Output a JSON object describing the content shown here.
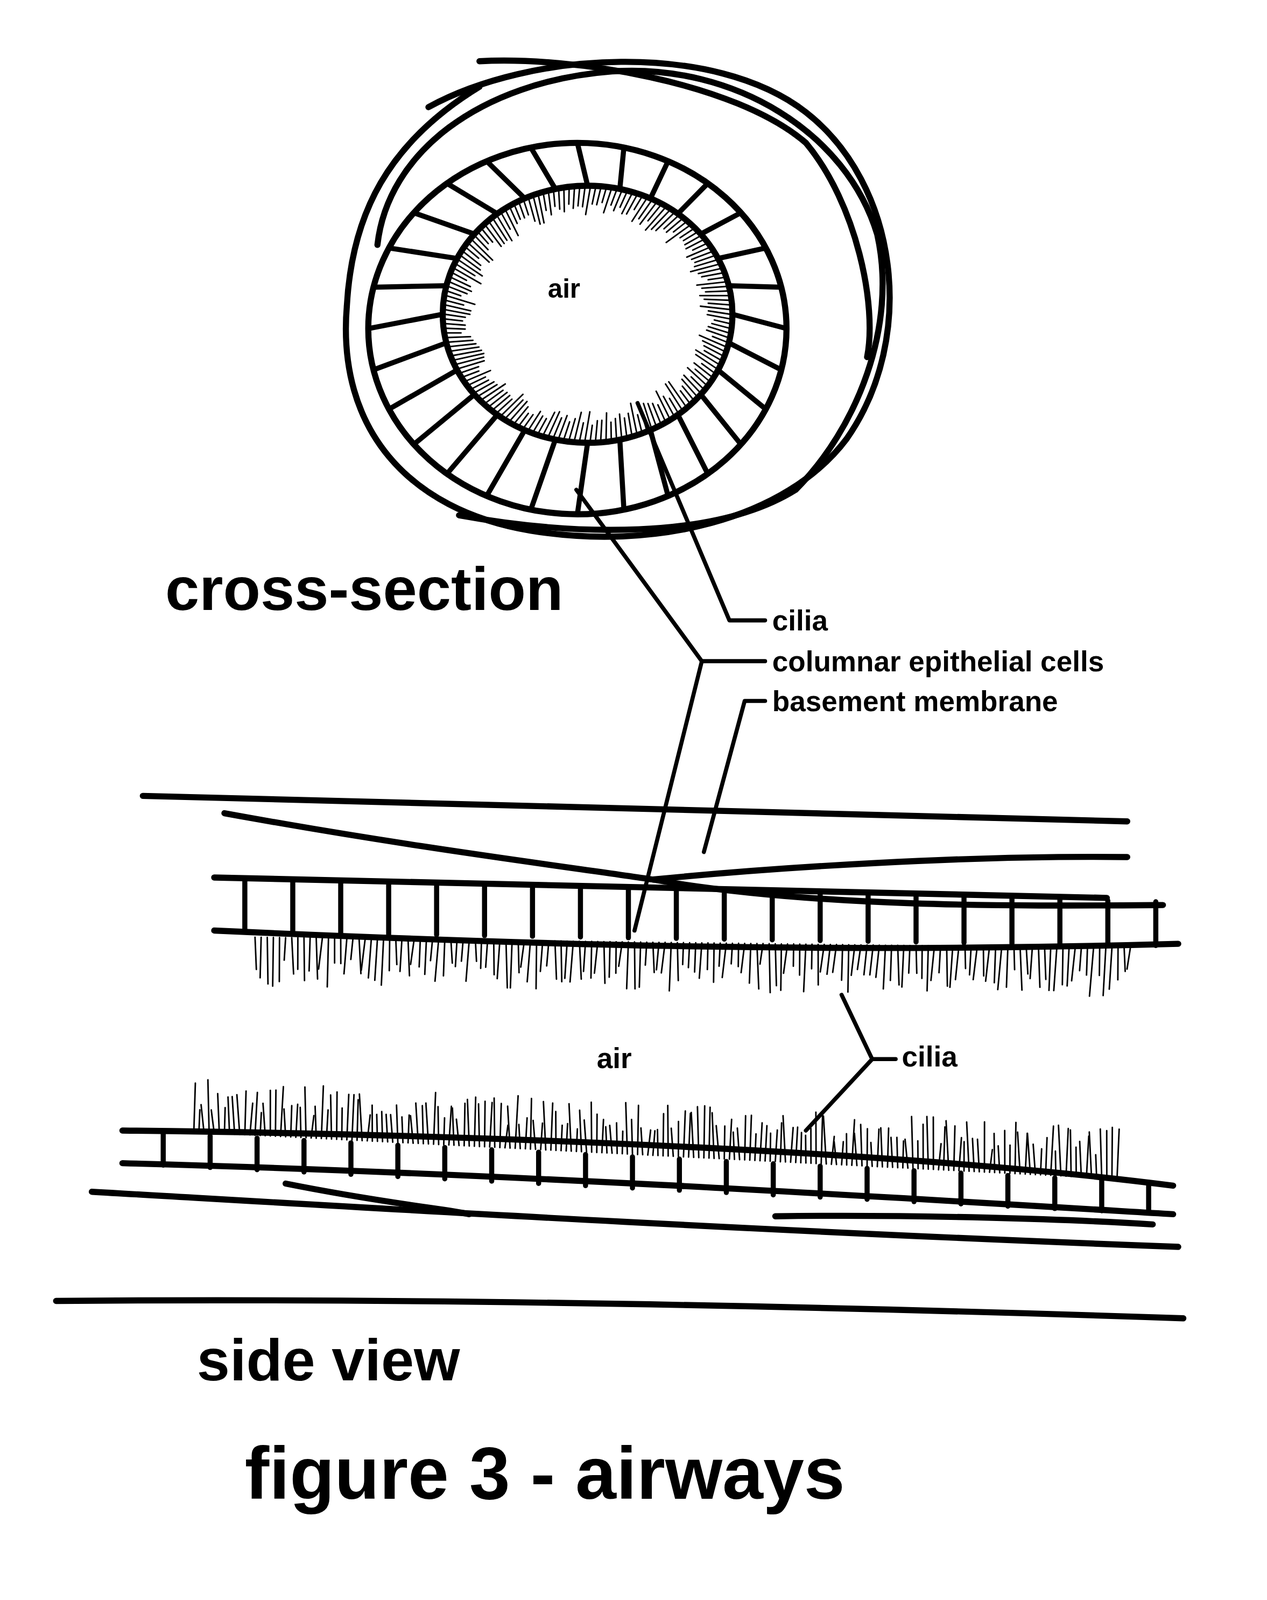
{
  "diagram": {
    "caption": "figure 3 - airways",
    "labels": [
      "air",
      "cross-section",
      "cilia",
      "columnar epithelial cells",
      "basement membrane",
      "air",
      "cilia",
      "side view"
    ]
  }
}
